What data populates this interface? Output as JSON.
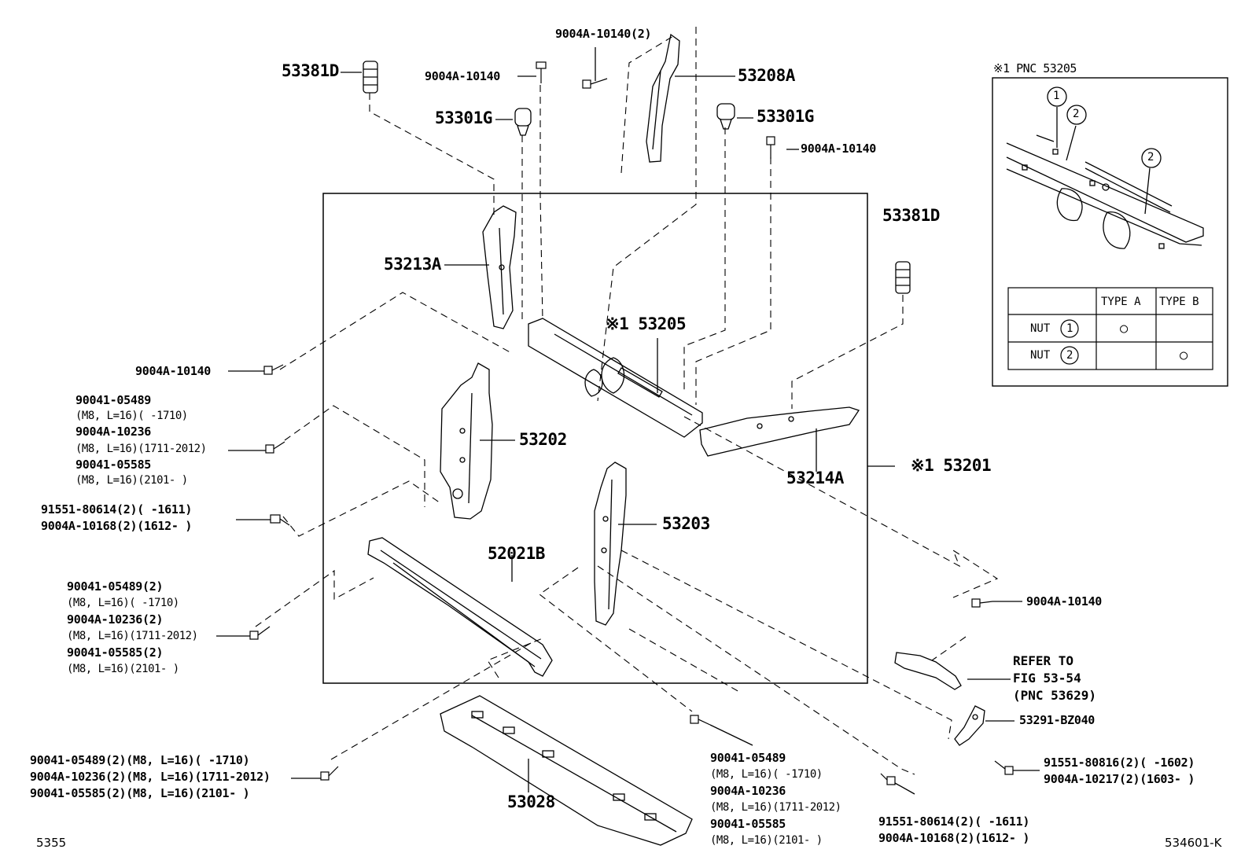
{
  "labels": {
    "p53381d_a": "53381D",
    "p9004a_10140_top": "9004A-10140",
    "p9004a_10140_2_top": "9004A-10140(2)",
    "p53208a": "53208A",
    "p53301g_a": "53301G",
    "p53301g_b": "53301G",
    "p9004a_10140_r": "9004A-10140",
    "p53381d_b": "53381D",
    "p53213a": "53213A",
    "p53205": "※1 53205",
    "p9004a_10140_l": "9004A-10140",
    "p53202": "53202",
    "p53214a": "53214A",
    "p53201": "※1 53201",
    "p53203": "53203",
    "p52021b": "52021B",
    "p9004a_10140_lr": "9004A-10140",
    "p53291": "53291-BZ040",
    "p53028": "53028"
  },
  "groups": {
    "left1": {
      "l1": "90041-05489",
      "l2": "(M8, L=16)(      -1710)",
      "l3": "9004A-10236",
      "l4": "(M8, L=16)(1711-2012)",
      "l5": "90041-05585",
      "l6": "(M8, L=16)(2101-      )"
    },
    "left2": {
      "l1": "91551-80614(2)(      -1611)",
      "l2": "9004A-10168(2)(1612-      )"
    },
    "left3": {
      "l1": "90041-05489(2)",
      "l2": "(M8, L=16)(      -1710)",
      "l3": "9004A-10236(2)",
      "l4": "(M8, L=16)(1711-2012)",
      "l5": "90041-05585(2)",
      "l6": "(M8, L=16)(2101-      )"
    },
    "left4": {
      "l1": "90041-05489(2)(M8, L=16)(      -1710)",
      "l2": "9004A-10236(2)(M8, L=16)(1711-2012)",
      "l3": "90041-05585(2)(M8, L=16)(2101-      )"
    },
    "mid": {
      "l1": "90041-05489",
      "l2": "(M8, L=16)(      -1710)",
      "l3": "9004A-10236",
      "l4": "(M8, L=16)(1711-2012)",
      "l5": "90041-05585",
      "l6": "(M8, L=16)(2101-      )"
    },
    "bot_r": {
      "l1": "91551-80614(2)(      -1611)",
      "l2": "9004A-10168(2)(1612-      )"
    },
    "right": {
      "l1": "91551-80816(2)(      -1602)",
      "l2": "9004A-10217(2)(1603-      )"
    }
  },
  "refer": {
    "l1": "REFER TO",
    "l2": "FIG 53-54",
    "l3": "(PNC 53629)"
  },
  "inset": {
    "title": "※1 PNC 53205",
    "callout1": "1",
    "callout2": "2",
    "table": {
      "headers": [
        "",
        "TYPE A",
        "TYPE B"
      ],
      "rows": [
        {
          "label": "NUT",
          "num": "1",
          "a": "○",
          "b": ""
        },
        {
          "label": "NUT",
          "num": "2",
          "a": "",
          "b": "○"
        }
      ]
    }
  },
  "footer": {
    "left": "5355",
    "right": "534601-K"
  }
}
